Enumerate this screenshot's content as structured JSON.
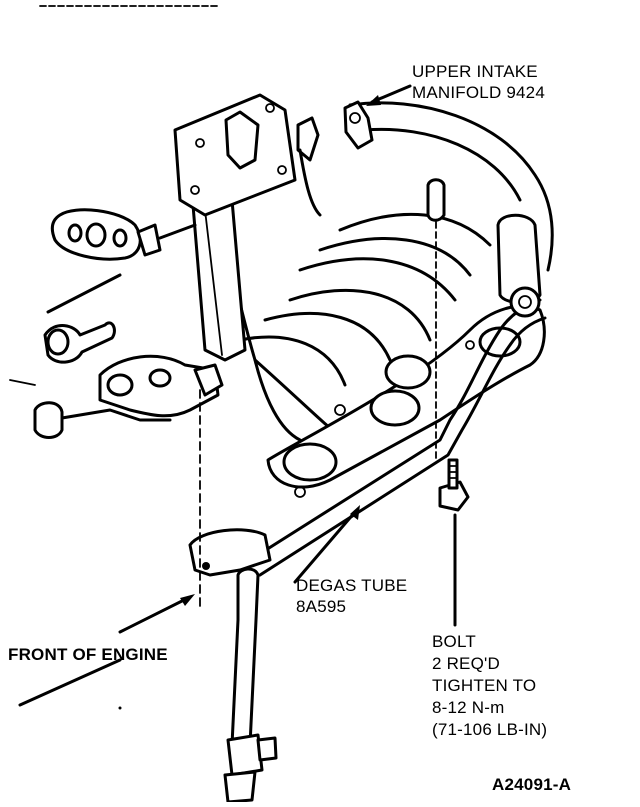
{
  "labels": {
    "upper_intake_line1": "UPPER INTAKE",
    "upper_intake_line2": "MANIFOLD 9424",
    "degas_tube_line1": "DEGAS TUBE",
    "degas_tube_line2": "8A595",
    "front_of_engine": "FRONT OF ENGINE",
    "bolt_line1": "BOLT",
    "bolt_line2": "2 REQ'D",
    "bolt_line3": "TIGHTEN TO",
    "bolt_line4": "8-12 N-m",
    "bolt_line5": "(71-106 LB-IN)",
    "figure_id": "A24091-A"
  }
}
